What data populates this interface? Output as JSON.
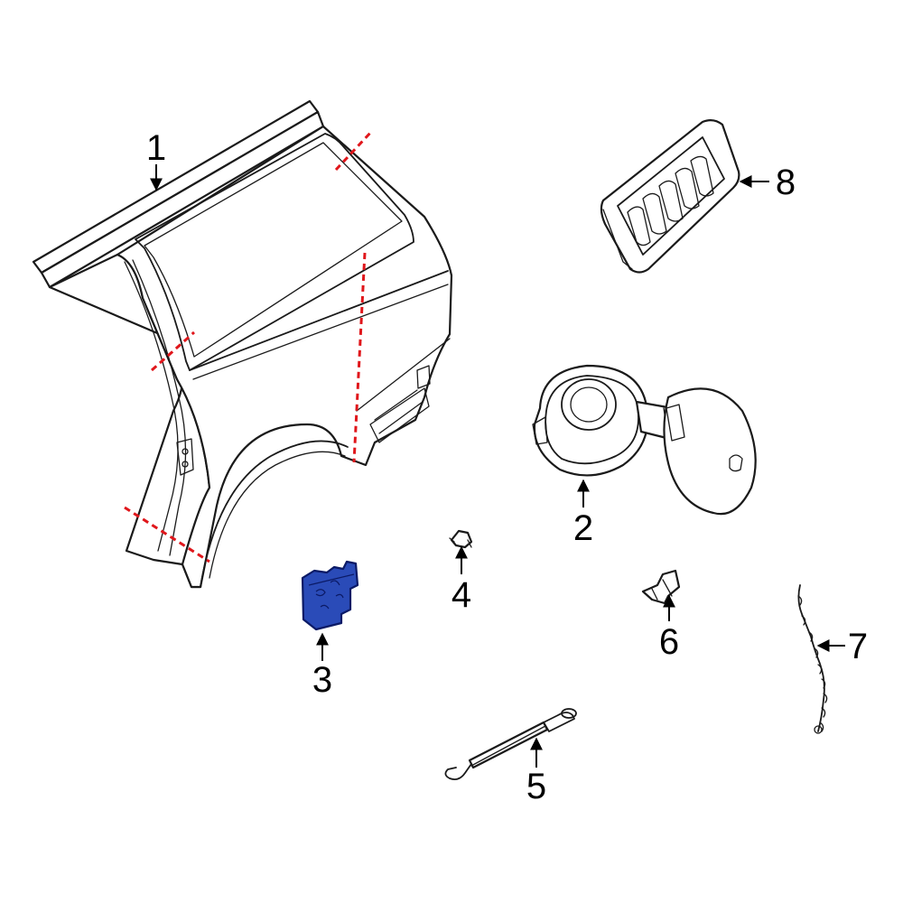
{
  "colors": {
    "line": "#1a1a1a",
    "highlight_fill": "#2a4bb8",
    "highlight_stroke": "#0b1a66",
    "cut_line": "#e0161b",
    "background": "#ffffff"
  },
  "callouts": {
    "c1": "1",
    "c2": "2",
    "c3": "3",
    "c4": "4",
    "c5": "5",
    "c6": "6",
    "c7": "7",
    "c8": "8"
  },
  "parts": [
    {
      "callout": "1",
      "name": "quarter-panel"
    },
    {
      "callout": "2",
      "name": "fuel-filler-door-assembly"
    },
    {
      "callout": "3",
      "name": "bracket",
      "highlighted": true
    },
    {
      "callout": "4",
      "name": "clip"
    },
    {
      "callout": "5",
      "name": "release-cable"
    },
    {
      "callout": "6",
      "name": "bumper"
    },
    {
      "callout": "7",
      "name": "seal"
    },
    {
      "callout": "8",
      "name": "vent-grille"
    }
  ]
}
